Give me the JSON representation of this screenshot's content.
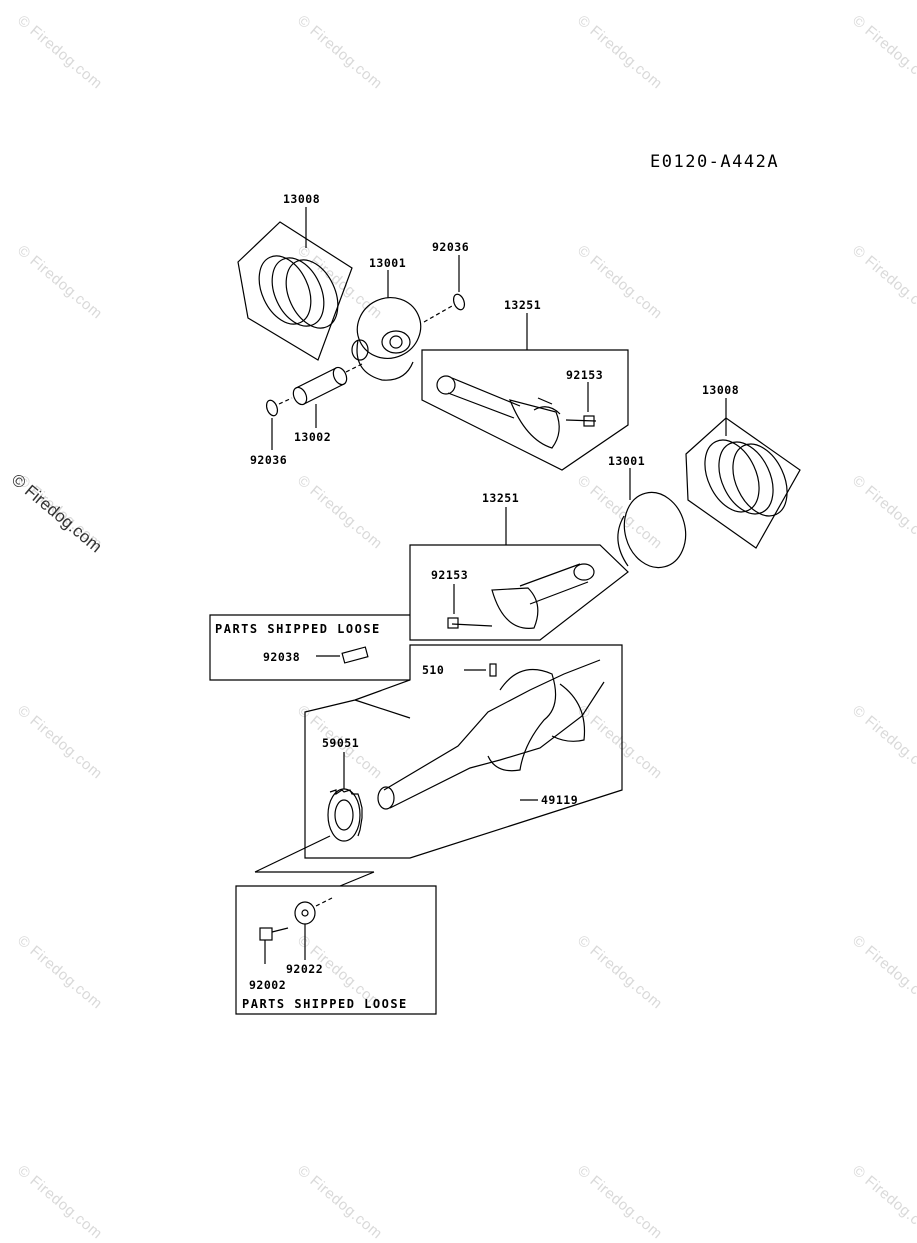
{
  "watermark": "© Firedog.com",
  "diagram_code": "E0120-A442A",
  "callouts": {
    "rings_top": "13008",
    "piston_top": "13001",
    "clip_top_right": "92036",
    "conrod_top": "13251",
    "bolt_top": "92153",
    "rings_right": "13008",
    "piston_right": "13001",
    "pin": "13002",
    "clip_left": "92036",
    "conrod_mid": "13251",
    "bolt_mid": "92153",
    "key_loose": "92038",
    "key_crank": "510",
    "gear": "59051",
    "crankshaft": "49119",
    "bolt_gear": "92002",
    "washer": "92022"
  },
  "notes": {
    "loose_top": "PARTS SHIPPED LOOSE",
    "loose_bottom": "PARTS SHIPPED LOOSE"
  }
}
